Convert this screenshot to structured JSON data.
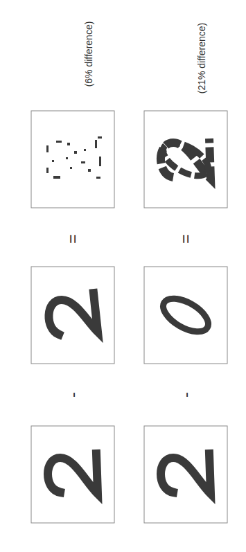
{
  "diagram": {
    "labels": [
      "-",
      "=",
      "(6% difference)",
      "-",
      "=",
      "(21% difference)"
    ]
  }
}
